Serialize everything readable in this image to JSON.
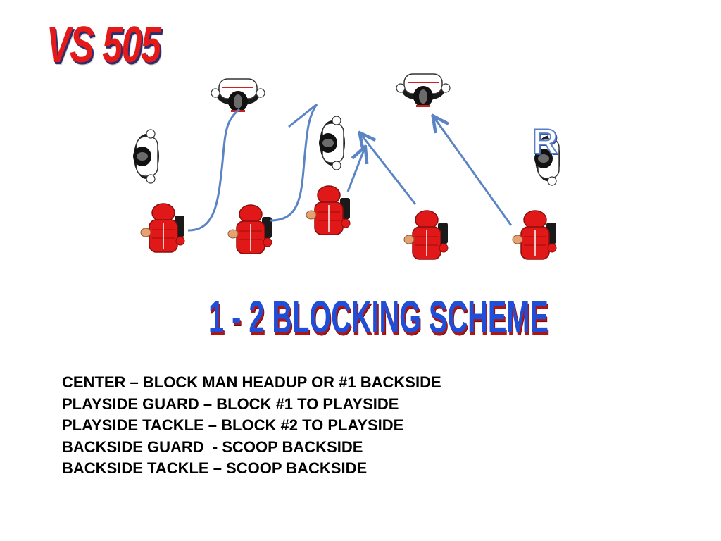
{
  "title": "VS 505",
  "scheme_title": "1 - 2 BLOCKING SCHEME",
  "player_marker": "R",
  "rules": [
    "CENTER – BLOCK MAN HEADUP OR #1 BACKSIDE",
    "PLAYSIDE GUARD – BLOCK #1 TO PLAYSIDE",
    "PLAYSIDE TACKLE – BLOCK #2 TO PLAYSIDE",
    "BACKSIDE GUARD  - SCOOP BACKSIDE",
    "BACKSIDE TACKLE – SCOOP BACKSIDE"
  ],
  "colors": {
    "defender": "#ffffff",
    "blocker": "#e01818",
    "route": "#5b84c4",
    "title": "#e41a1a",
    "scheme_title": "#1f4fd8"
  },
  "icons": {
    "defender": "defender-player-icon",
    "blocker": "lineman-player-icon"
  }
}
